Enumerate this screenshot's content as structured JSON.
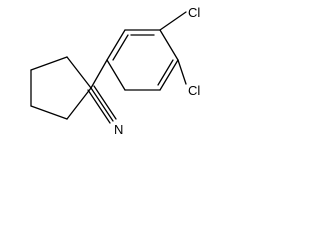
{
  "molecule": {
    "labels": {
      "cl_top": "Cl",
      "cl_bottom": "Cl",
      "nitrile_n": "N"
    },
    "colors": {
      "bond": "#000000",
      "label": "#000000",
      "background": "#ffffff"
    }
  }
}
